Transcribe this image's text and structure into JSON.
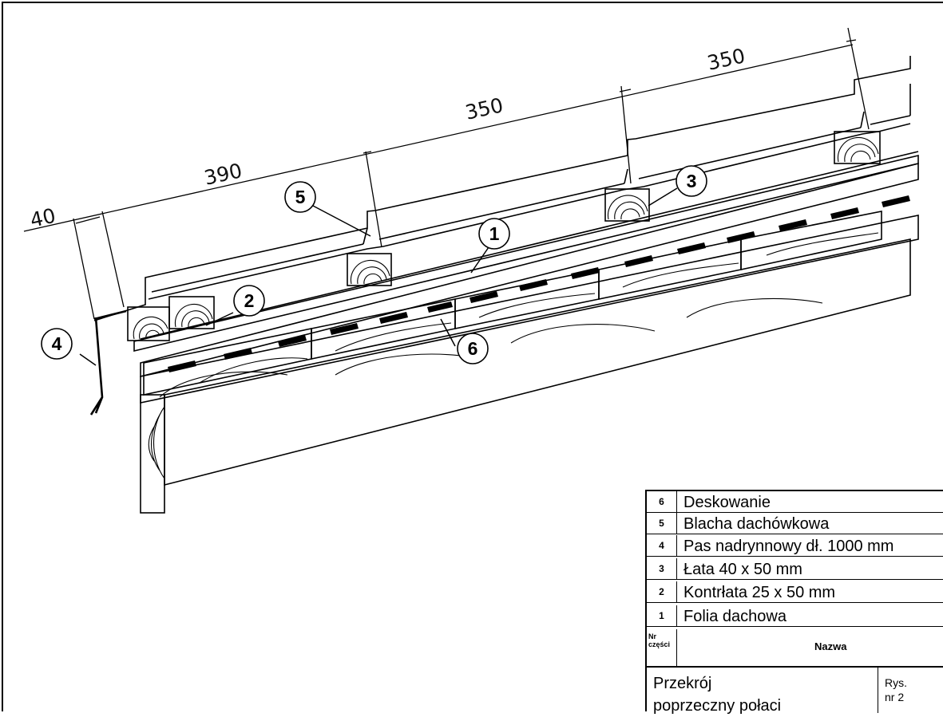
{
  "dimensions": {
    "d40": "40",
    "d390": "390",
    "d350a": "350",
    "d350b": "350"
  },
  "callouts": [
    "1",
    "2",
    "3",
    "4",
    "5",
    "6"
  ],
  "legend": {
    "rows": [
      {
        "nr": "6",
        "name": "Deskowanie"
      },
      {
        "nr": "5",
        "name": "Blacha dachówkowa"
      },
      {
        "nr": "4",
        "name": "Pas nadrynnowy dł. 1000 mm"
      },
      {
        "nr": "3",
        "name": "Łata  40 x 50 mm"
      },
      {
        "nr": "2",
        "name": "Kontrłata  25 x 50 mm"
      },
      {
        "nr": "1",
        "name": "Folia dachowa"
      }
    ],
    "header_nr_line1": "Nr",
    "header_nr_line2": "części",
    "header_name": "Nazwa",
    "title_line1": "Przekrój",
    "title_line2": "poprzeczny połaci",
    "rys_line1": "Rys.",
    "rys_line2": "nr 2"
  }
}
